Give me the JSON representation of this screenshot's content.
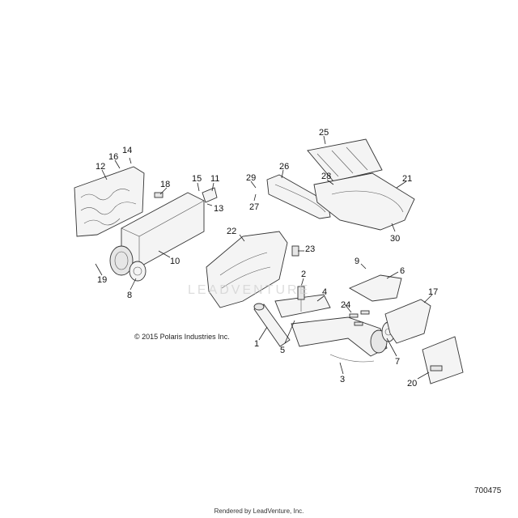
{
  "copyright": "© 2015 Polaris Industries Inc.",
  "drawing_number": "700475",
  "rendered_by": "Rendered by LeadVenture, Inc.",
  "watermark": "LEADVENTURE",
  "callouts": [
    "1",
    "2",
    "3",
    "4",
    "5",
    "6",
    "7",
    "8",
    "9",
    "10",
    "11",
    "12",
    "13",
    "14",
    "15",
    "16",
    "17",
    "18",
    "19",
    "20",
    "21",
    "22",
    "23",
    "24",
    "25",
    "26",
    "27",
    "28",
    "29",
    "30"
  ]
}
